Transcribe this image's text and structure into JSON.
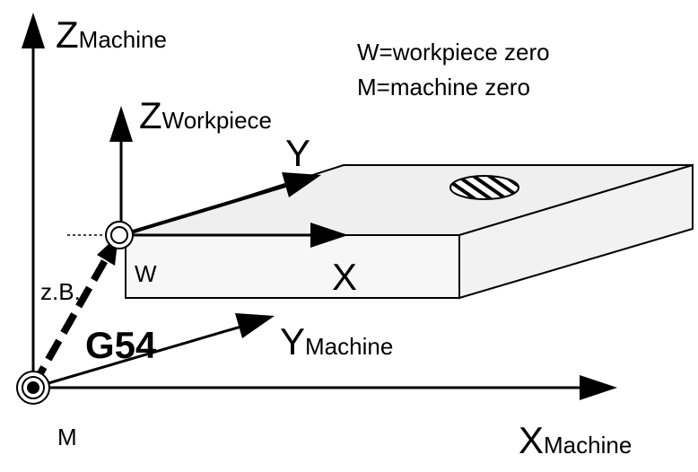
{
  "colors": {
    "ink": "#000000",
    "workpiece_top": "#efefef",
    "workpiece_front": "#f7f7f7",
    "background": "#ffffff"
  },
  "legend": {
    "line1": "W=workpiece zero",
    "line2": "M=machine zero"
  },
  "axes": {
    "z_machine": {
      "main": "Z",
      "sub": "Machine"
    },
    "z_workpiece": {
      "main": "Z",
      "sub": "Workpiece"
    },
    "y_workpiece": "Y",
    "x_workpiece": "X",
    "y_machine": {
      "main": "Y",
      "sub": "Machine"
    },
    "x_machine": {
      "main": "X",
      "sub": "Machine"
    }
  },
  "points": {
    "workpiece_zero": "W",
    "machine_zero": "M"
  },
  "offset": {
    "example": "z.B.",
    "code": "G54"
  }
}
